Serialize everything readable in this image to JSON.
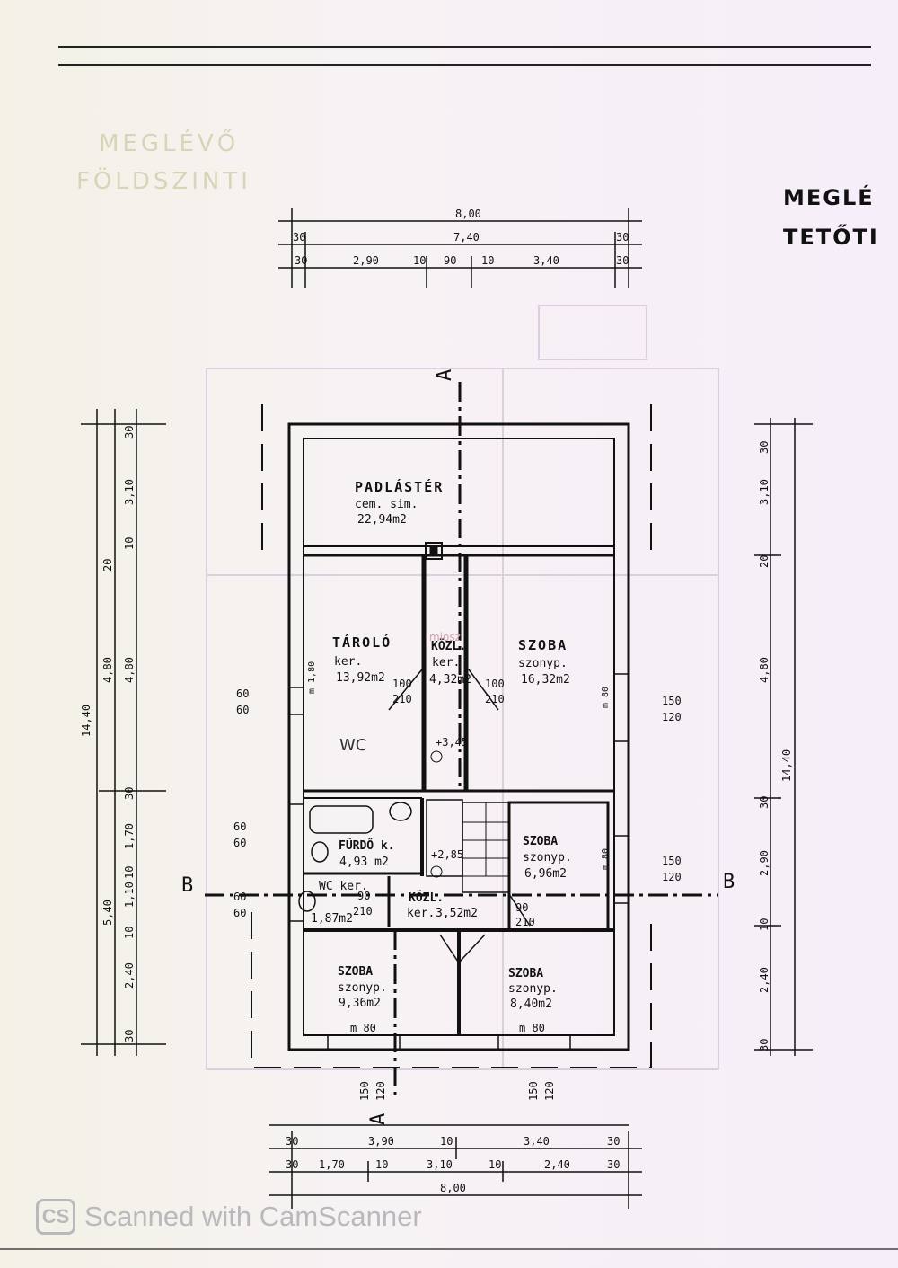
{
  "headings": {
    "ghost_line1": "MEGLÉVŐ",
    "ghost_line2": "FÖLDSZINTI",
    "title_line1": "MEGLÉ",
    "title_line2": "TETŐTI"
  },
  "rooms": [
    {
      "name": "PADLÁSTÉR",
      "floor": "cem. sim.",
      "area": "22,94m2"
    },
    {
      "name": "TÁROLÓ",
      "floor": "ker.",
      "area": "13,92m2"
    },
    {
      "name": "KÖZL.",
      "floor": "ker.",
      "area": "4,32m2"
    },
    {
      "name": "SZOBA",
      "floor": "szonyp.",
      "area": "16,32m2"
    },
    {
      "name": "FÜRDŐ k.",
      "floor": "",
      "area": "4,93 m2"
    },
    {
      "name": "WC ker.",
      "floor": "",
      "area": "1,87m2"
    },
    {
      "name": "KÖZL.",
      "floor": "ker.",
      "area": "3,52m2"
    },
    {
      "name": "SZOBA",
      "floor": "szonyp.",
      "area": "6,96m2"
    },
    {
      "name": "SZOBA",
      "floor": "szonyp.",
      "area": "9,36m2"
    },
    {
      "name": "SZOBA",
      "floor": "szonyp.",
      "area": "8,40m2"
    }
  ],
  "annotations": {
    "wc_handwritten": "WC",
    "level_upper": "+3,45",
    "level_lower": "+2,85",
    "section_a": "A",
    "section_b": "B",
    "watermark_logo": "miosz"
  },
  "openings": {
    "door1_w": "100",
    "door1_h": "210",
    "door2_w": "100",
    "door2_h": "210",
    "door3_w": "90",
    "door3_h": "210",
    "door4_w": "90",
    "door4_h": "210",
    "win_left1_a": "60",
    "win_left1_b": "60",
    "win_left2_a": "60",
    "win_left2_b": "60",
    "win_left3_a": "60",
    "win_left3_b": "60",
    "win_right1_a": "150",
    "win_right1_b": "120",
    "win_right2_a": "150",
    "win_right2_b": "120",
    "win_bottom1_a": "150",
    "win_bottom1_b": "120",
    "win_bottom2_a": "150",
    "win_bottom2_b": "120",
    "sill_left": "m 1,80",
    "sill_right1": "m 80",
    "sill_right2": "m 80",
    "sill_bottom1": "m 80",
    "sill_bottom2": "m 80"
  },
  "dimensions": {
    "top": {
      "total": "8,00",
      "row2": [
        "30",
        "7,40",
        "30"
      ],
      "row3": [
        "30",
        "2,90",
        "10",
        "90",
        "10",
        "3,40",
        "30"
      ]
    },
    "bottom": {
      "row1": [
        "30",
        "3,90",
        "10",
        "3,40",
        "30"
      ],
      "row2": [
        "30",
        "1,70",
        "10",
        "3,10",
        "10",
        "2,40",
        "30"
      ],
      "total": "8,00"
    },
    "left": {
      "total": "14,40",
      "mid": [
        "4,80",
        "5,40"
      ],
      "row": [
        "30",
        "3,10",
        "10",
        "20",
        "4,80",
        "30",
        "1,70",
        "10",
        "1,10",
        "10",
        "2,40",
        "30"
      ]
    },
    "right": {
      "total": "14,40",
      "row": [
        "30",
        "3,10",
        "20",
        "4,80",
        "30",
        "2,90",
        "10",
        "2,40",
        "30"
      ]
    }
  },
  "watermark": {
    "badge": "CS",
    "text": "Scanned with CamScanner"
  }
}
